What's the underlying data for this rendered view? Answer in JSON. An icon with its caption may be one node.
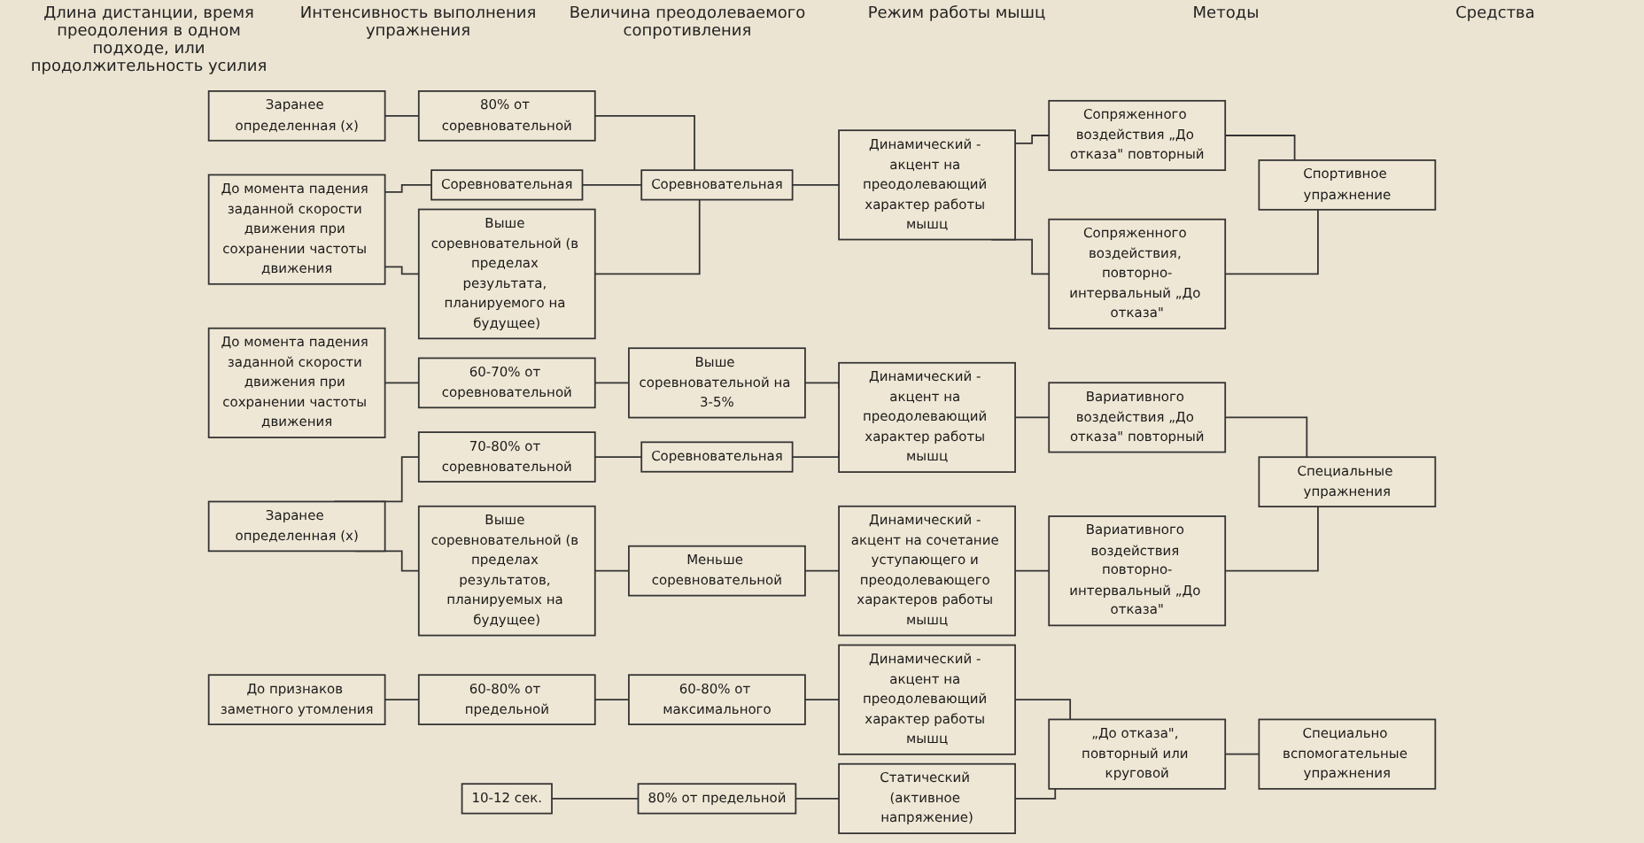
{
  "diagram": {
    "nodes": [
      {
        "text": [
          "Спортивное упражнение"
        ]
      },
      {
        "text": [
          "Специальные упражнения"
        ]
      },
      {
        "text": [
          "Специально вспомогательные упражнения"
        ]
      },
      {
        "text": [
          "Сопряженного воздействия „До отказа\" повторный"
        ]
      },
      {
        "text": [
          "Сопряженного воздействия, повторно-интервальный „До отказа\""
        ]
      },
      {
        "text": [
          "Вариативного воздействия „До отказа\" повторный"
        ]
      },
      {
        "text": [
          "Вариативного воздействия повторно-интервальный „До отказа\""
        ]
      },
      {
        "text": [
          "„До отказа\", повторный или круговой"
        ]
      },
      {
        "text": [
          "Динамический - акцент на преодолевающий характер работы мышц"
        ]
      },
      {
        "text": [
          "Динамический - акцент на преодолевающий характер работы мышц"
        ]
      },
      {
        "text": [
          "Динамический - акцент на сочетание уступающего и преодолевающего характеров работы мышц"
        ]
      },
      {
        "text": [
          "Динамический - акцент на преодолевающий характер работы мышц"
        ]
      },
      {
        "text": [
          "Статический (активное напряжение)"
        ]
      },
      {
        "text": [
          "Соревновательная"
        ]
      },
      {
        "text": [
          "Выше соревновательной на 3-5%"
        ]
      },
      {
        "text": [
          "Соревновательная"
        ]
      },
      {
        "text": [
          "Меньше соревновательной"
        ]
      },
      {
        "text": [
          "60-80% от максимального"
        ]
      },
      {
        "text": [
          "80% от соревновательной"
        ]
      },
      {
        "text": [
          "Соревновательная"
        ]
      },
      {
        "text": [
          "Выше соревновательной (в пределах результата, планируемого на будущее)"
        ]
      },
      {
        "text": [
          "60-70% от соревновательной"
        ]
      },
      {
        "text": [
          "70-80% от соревновательной"
        ]
      },
      {
        "text": [
          "Выше соревновательной (в пределах результатов, планируемых на будущее)"
        ]
      },
      {
        "text": [
          "60-80% от предельной"
        ]
      },
      {
        "text": [
          "80% от предельной"
        ]
      },
      {
        "text": [
          "Заранее определенная (х)"
        ]
      },
      {
        "text": [
          "До момента падения заданной скорости движения при сохранении частоты движения"
        ]
      },
      {
        "text": [
          "До момента падения заданной скорости движения при сохранении частоты движения"
        ]
      },
      {
        "text": [
          "Заранее определенная (х)"
        ]
      },
      {
        "text": [
          "До признаков заметного утомления"
        ]
      },
      {
        "text": [
          "10-12 сек."
        ]
      }
    ],
    "edges": [
      {
        "from": 0,
        "to": 3,
        "arrow": "none"
      },
      {
        "from": 0,
        "to": 4,
        "arrow": "none"
      },
      {
        "from": 1,
        "to": 5,
        "arrow": "none"
      },
      {
        "from": 1,
        "to": 6,
        "arrow": "none"
      },
      {
        "from": 2,
        "to": 7,
        "arrow": "none"
      },
      {
        "from": 3,
        "to": 8,
        "arrow": "none"
      },
      {
        "from": 4,
        "to": 8,
        "arrow": "none"
      },
      {
        "from": 5,
        "to": 9,
        "arrow": "none"
      },
      {
        "from": 6,
        "to": 10,
        "arrow": "none"
      },
      {
        "from": 7,
        "to": 11,
        "arrow": "none"
      },
      {
        "from": 7,
        "to": 12,
        "arrow": "none"
      },
      {
        "from": 8,
        "to": 13,
        "arrow": "none"
      },
      {
        "from": 9,
        "to": 14,
        "arrow": "none"
      },
      {
        "from": 9,
        "to": 15,
        "arrow": "none"
      },
      {
        "from": 10,
        "to": 16,
        "arrow": "none"
      },
      {
        "from": 11,
        "to": 17,
        "arrow": "none"
      },
      {
        "from": 12,
        "to": 25,
        "arrow": "none"
      },
      {
        "from": 13,
        "to": 18,
        "arrow": "none"
      },
      {
        "from": 13,
        "to": 19,
        "arrow": "none"
      },
      {
        "from": 13,
        "to": 20,
        "arrow": "none"
      },
      {
        "from": 14,
        "to": 21,
        "arrow": "none"
      },
      {
        "from": 15,
        "to": 22,
        "arrow": "none"
      },
      {
        "from": 16,
        "to": 23,
        "arrow": "none"
      },
      {
        "from": 17,
        "to": 24,
        "arrow": "none"
      },
      {
        "from": 18,
        "to": 26,
        "arrow": "none"
      },
      {
        "from": 19,
        "to": 27,
        "arrow": "none"
      },
      {
        "from": 20,
        "to": 27,
        "arrow": "none"
      },
      {
        "from": 21,
        "to": 28,
        "arrow": "none"
      },
      {
        "from": 22,
        "to": 29,
        "arrow": "none"
      },
      {
        "from": 23,
        "to": 29,
        "arrow": "none"
      },
      {
        "from": 24,
        "to": 30,
        "arrow": "none"
      },
      {
        "from": 25,
        "to": 31,
        "arrow": "none"
      }
    ],
    "labels": [
      "Длина дистанции, время преодоления в одном подходе, или продолжительность усилия",
      "Интенсивность выполнения упражнения",
      "Величина преодолеваемого сопротивления",
      "Режим работы мышц",
      "Методы",
      "Средства"
    ]
  }
}
